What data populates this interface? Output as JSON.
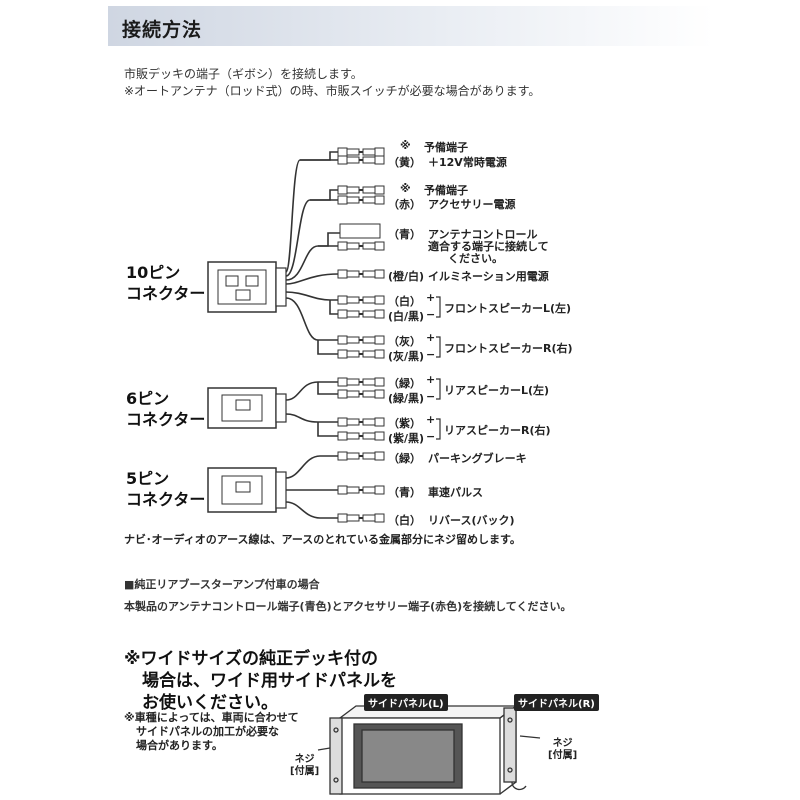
{
  "header": {
    "title": "接続方法"
  },
  "intro": {
    "line1": "市販デッキの端子（ギボシ）を接続します。",
    "line2": "※オートアンテナ（ロッド式）の時、市販スイッチが必要な場合があります。"
  },
  "connectors": {
    "c10": {
      "line1": "10ピン",
      "line2": "コネクター"
    },
    "c6": {
      "line1": "6ピン",
      "line2": "コネクター"
    },
    "c5": {
      "line1": "5ピン",
      "line2": "コネクター"
    }
  },
  "wires": {
    "w1": {
      "mark": "※",
      "spare": "予備端子",
      "color": "（黄）",
      "name": "＋12V常時電源"
    },
    "w2": {
      "mark": "※",
      "spare": "予備端子",
      "color": "（赤）",
      "name": "アクセサリー電源"
    },
    "w3": {
      "color": "（青）",
      "name": "アンテナコントロール",
      "note1": "適合する端子に接続して",
      "note2": "ください。"
    },
    "w4": {
      "color": "(橙/白)",
      "name": "イルミネーション用電源"
    },
    "front_l": {
      "c1": "（白）",
      "c2": "(白/黒)",
      "plus": "+",
      "minus": "−",
      "name": "フロントスピーカーL(左)"
    },
    "front_r": {
      "c1": "（灰）",
      "c2": "(灰/黒)",
      "plus": "+",
      "minus": "−",
      "name": "フロントスピーカーR(右)"
    },
    "rear_l": {
      "c1": "（緑）",
      "c2": "(緑/黒)",
      "plus": "+",
      "minus": "−",
      "name": "リアスピーカーL(左)"
    },
    "rear_r": {
      "c1": "（紫）",
      "c2": "(紫/黒)",
      "plus": "+",
      "minus": "−",
      "name": "リアスピーカーR(右)"
    },
    "parking": {
      "color": "（緑）",
      "name": "パーキングブレーキ"
    },
    "speed": {
      "color": "（青）",
      "name": "車速パルス"
    },
    "reverse": {
      "color": "（白）",
      "name": "リバース(バック)"
    }
  },
  "ground_note": "ナビ･オーディオのアース線は、アースのとれている金属部分にネジ留めします。",
  "amp": {
    "title": "■純正リアブースターアンプ付車の場合",
    "text": "本製品のアンテナコントロール端子(青色)とアクセサリー端子(赤色)を接続してください。"
  },
  "wide": {
    "line1": "※ワイドサイズの純正デッキ付の",
    "line2": "場合は、ワイド用サイドパネルを",
    "line3": "お使いください。",
    "note1": "※車種によっては、車両に合わせて",
    "note2": "サイドパネルの加工が必要な",
    "note3": "場合があります。"
  },
  "illustration": {
    "panel_l": "サイドパネル(L)",
    "panel_r": "サイドパネル(R)",
    "screw": "ネジ",
    "included": "[付属]"
  }
}
